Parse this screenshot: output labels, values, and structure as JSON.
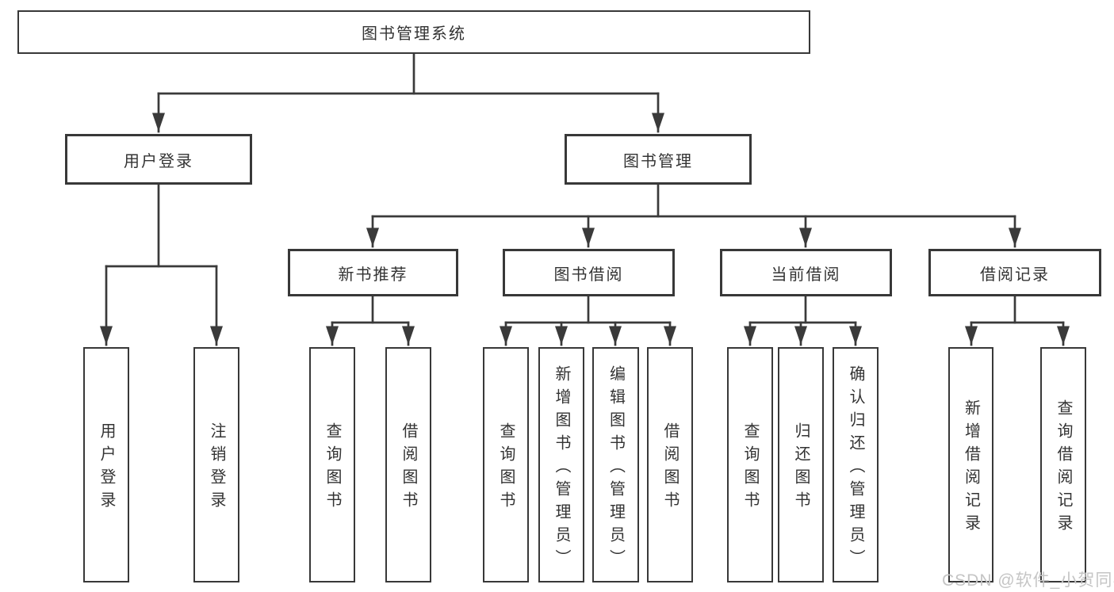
{
  "tree": {
    "root": "图书管理系统",
    "branches": [
      {
        "label": "用户登录",
        "children": [
          "用户登录",
          "注销登录"
        ]
      },
      {
        "label": "图书管理",
        "groups": [
          {
            "label": "新书推荐",
            "children": [
              "查询图书",
              "借阅图书"
            ]
          },
          {
            "label": "图书借阅",
            "children": [
              "查询图书",
              "新增图书（管理员）",
              "编辑图书（管理员）",
              "借阅图书"
            ]
          },
          {
            "label": "当前借阅",
            "children": [
              "查询图书",
              "归还图书",
              "确认归还（管理员）"
            ]
          },
          {
            "label": "借阅记录",
            "children": [
              "新增借阅记录",
              "查询借阅记录"
            ]
          }
        ]
      }
    ]
  },
  "watermark": {
    "text": "CSDN @软件_小贺同学"
  },
  "colors": {
    "line": "#3a3a3a",
    "box_border": "#383838",
    "text": "#333333",
    "watermark": "#c5c5c5",
    "background": "#ffffff"
  }
}
